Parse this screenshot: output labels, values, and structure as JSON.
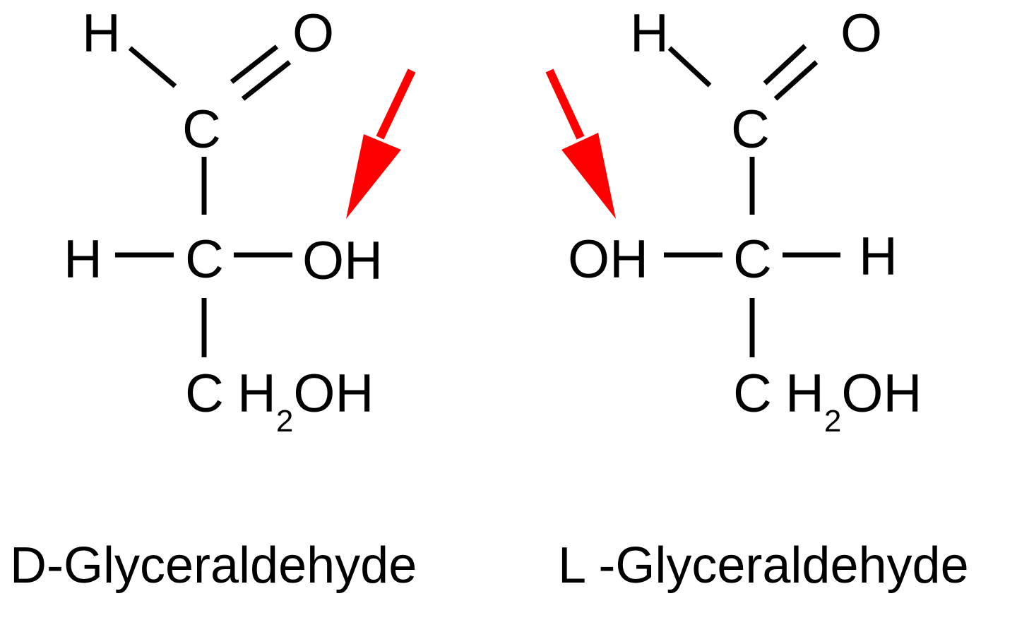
{
  "d_molecule": {
    "name": "D-Glyceraldehyde",
    "top_h": "H",
    "top_o": "O",
    "c1": "C",
    "c2": "C",
    "left_sub": "H",
    "right_sub": "OH",
    "c3": "C",
    "h": "H",
    "sub2": "2",
    "oh": "OH"
  },
  "l_molecule": {
    "name": "L -Glyceraldehyde",
    "top_h": "H",
    "top_o": "O",
    "c1": "C",
    "c2": "C",
    "left_sub": "OH",
    "right_sub": "H",
    "c3": "C",
    "h": "H",
    "sub2": "2",
    "oh": "OH"
  },
  "colors": {
    "arrow": "#ff0000",
    "bond": "#000000"
  }
}
